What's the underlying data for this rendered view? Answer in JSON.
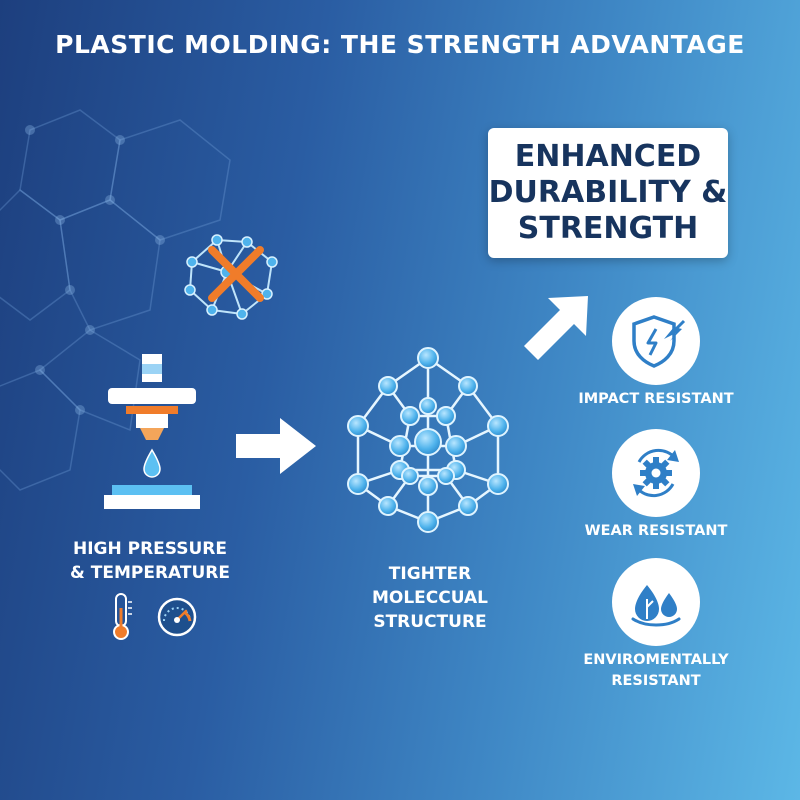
{
  "title": "PLASTIC MOLDING: THE STRENGTH ADVANTAGE",
  "process": {
    "line1": "HIGH PRESSURE",
    "line2": "& TEMPERATURE"
  },
  "structure": {
    "line1": "TIGHTER",
    "line2": "MOLECCUAL",
    "line3": "STRUCTURE"
  },
  "headline": {
    "line1": "ENHANCED",
    "line2": "DURABILITY &",
    "line3": "STRENGTH"
  },
  "benefits": [
    {
      "label": "IMPACT RESISTANT",
      "icon": "shield-impact-icon"
    },
    {
      "label": "WEAR RESISTANT",
      "icon": "gear-cycle-icon"
    },
    {
      "label_line1": "ENVIROMENTALLY",
      "label_line2": "RESISTANT",
      "icon": "leaf-water-icon"
    }
  ],
  "colors": {
    "accent_orange": "#f07c2a",
    "node_blue": "#4fb3ec",
    "icon_blue": "#2f7fc7",
    "headline_text": "#17345e"
  }
}
